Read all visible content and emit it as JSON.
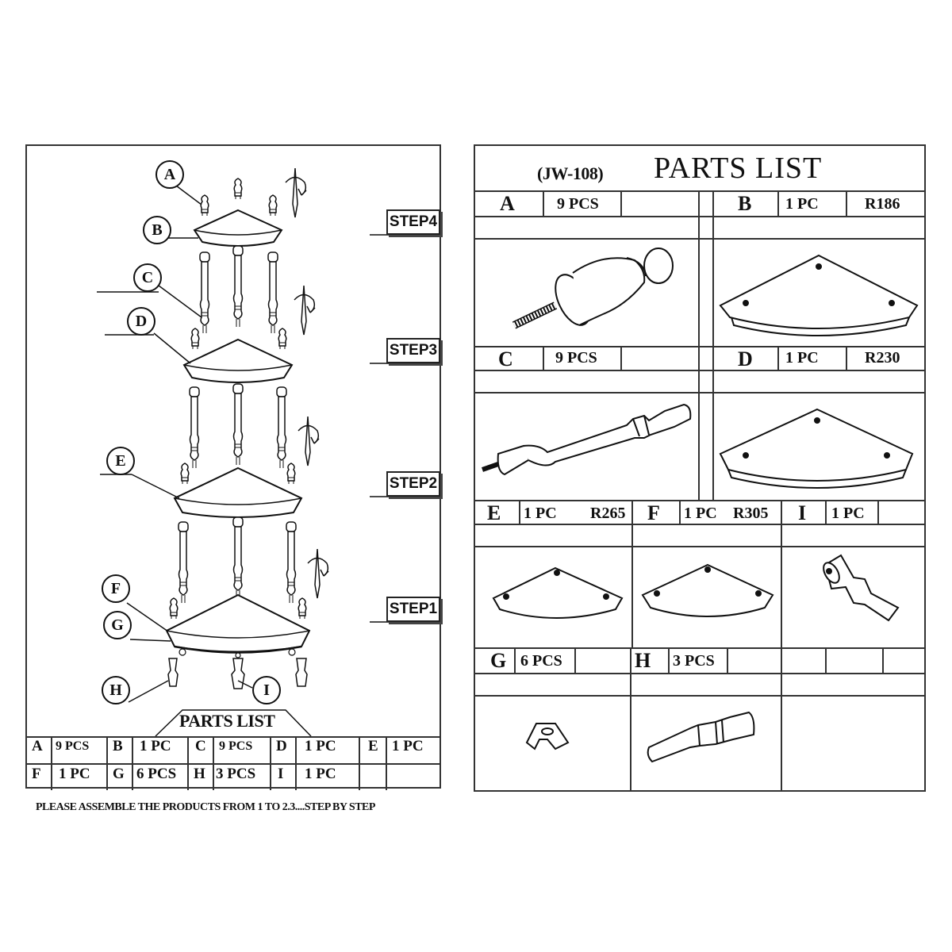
{
  "left_panel": {
    "callouts": [
      "A",
      "B",
      "C",
      "D",
      "E",
      "F",
      "G",
      "H",
      "I"
    ],
    "steps": [
      "STEP4",
      "STEP3",
      "STEP2",
      "STEP1"
    ],
    "parts_list_title": "PARTS LIST",
    "table": [
      [
        {
          "id": "A",
          "qty": "9 PCS"
        },
        {
          "id": "B",
          "qty": "1 PC"
        },
        {
          "id": "C",
          "qty": "9 PCS"
        },
        {
          "id": "D",
          "qty": "1 PC"
        },
        {
          "id": "E",
          "qty": "1 PC"
        }
      ],
      [
        {
          "id": "F",
          "qty": "1 PC"
        },
        {
          "id": "G",
          "qty": "6 PCS"
        },
        {
          "id": "H",
          "qty": "3 PCS"
        },
        {
          "id": "I",
          "qty": "1 PC"
        }
      ]
    ],
    "footer": "PLEASE ASSEMBLE THE PRODUCTS FROM 1 TO 2.3....STEP BY STEP"
  },
  "right_panel": {
    "model": "(JW-108)",
    "title": "PARTS LIST",
    "parts": {
      "A": {
        "id": "A",
        "qty": "9 PCS",
        "size": ""
      },
      "B": {
        "id": "B",
        "qty": "1 PC",
        "size": "R186"
      },
      "C": {
        "id": "C",
        "qty": "9 PCS",
        "size": ""
      },
      "D": {
        "id": "D",
        "qty": "1 PC",
        "size": "R230"
      },
      "E": {
        "id": "E",
        "qty": "1 PC",
        "size": "R265"
      },
      "F": {
        "id": "F",
        "qty": "1 PC",
        "size": "R305"
      },
      "I": {
        "id": "I",
        "qty": "1 PC",
        "size": ""
      },
      "G": {
        "id": "G",
        "qty": "6 PCS",
        "size": ""
      },
      "H": {
        "id": "H",
        "qty": "3 PCS",
        "size": ""
      }
    }
  }
}
